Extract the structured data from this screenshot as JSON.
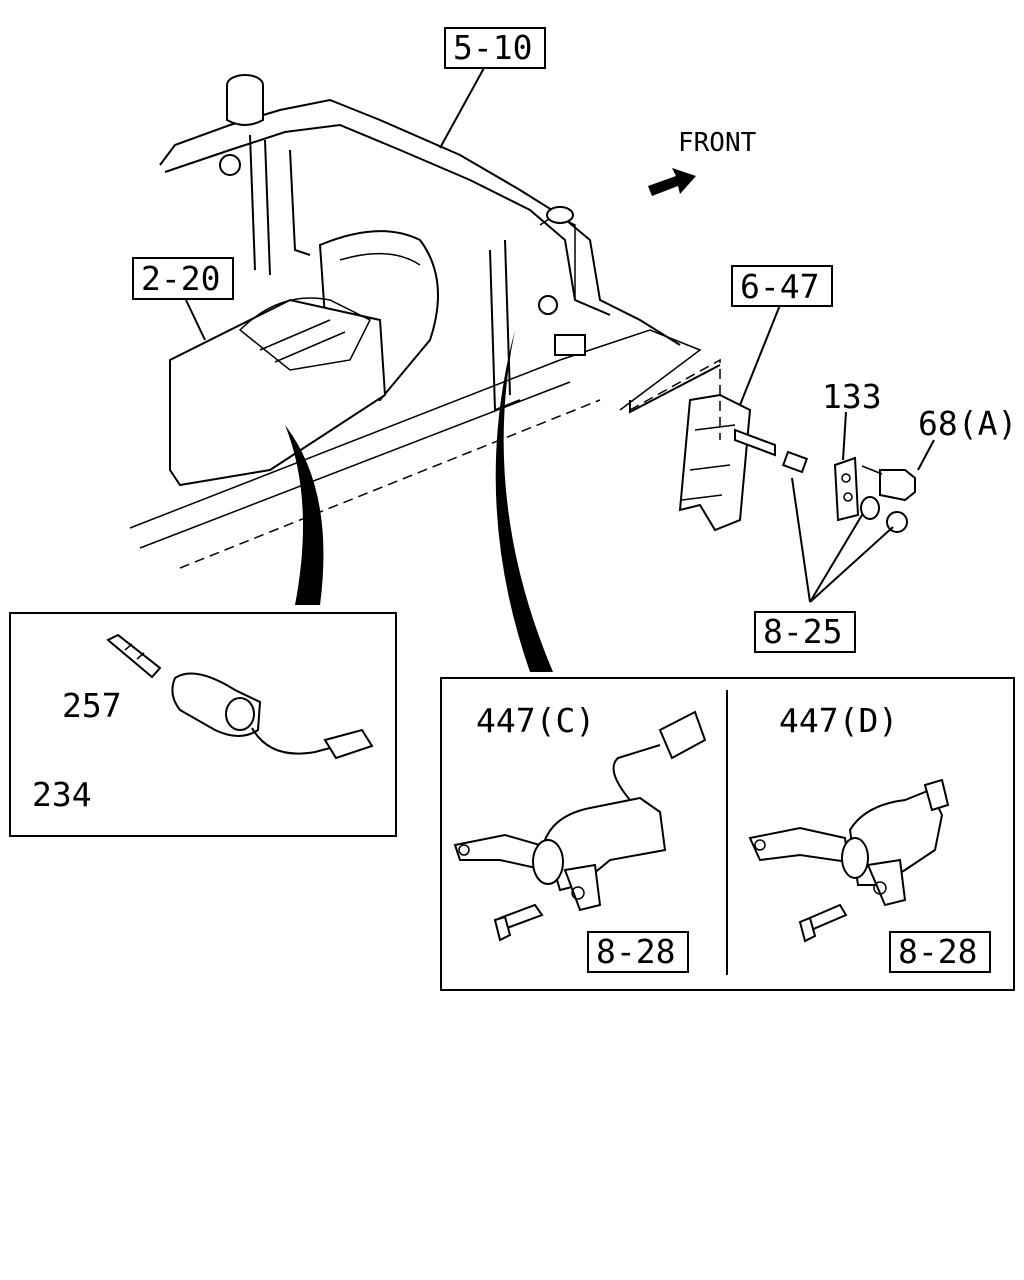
{
  "labels": {
    "ref_5_10": "5-10",
    "ref_2_20": "2-20",
    "ref_6_47": "6-47",
    "ref_8_25": "8-25",
    "ref_8_28_c": "8-28",
    "ref_8_28_d": "8-28",
    "part_133": "133",
    "part_68a": "68(A)",
    "part_257": "257",
    "part_234": "234",
    "part_447c": "447(C)",
    "part_447d": "447(D)",
    "front": "FRONT"
  }
}
